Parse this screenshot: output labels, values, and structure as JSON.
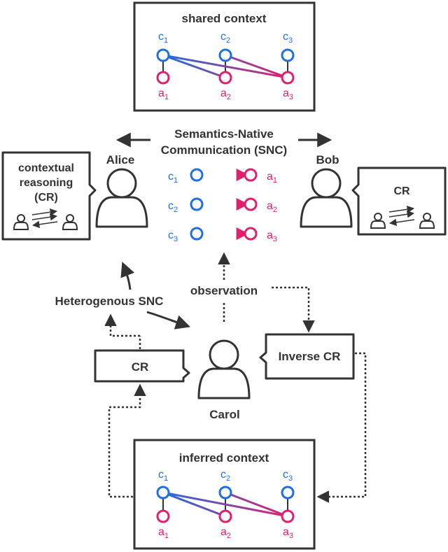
{
  "colors": {
    "context": "#1f6fe0",
    "action": "#e0206e",
    "ink": "#333333"
  },
  "labels": {
    "shared_context": "shared context",
    "inferred_context": "inferred context",
    "snc_line1": "Semantics-Native",
    "snc_line2": "Communication (SNC)",
    "alice": "Alice",
    "bob": "Bob",
    "carol": "Carol",
    "contextual_line1": "contextual",
    "contextual_line2": "reasoning",
    "contextual_line3": "(CR)",
    "bob_cr": "CR",
    "carol_cr": "CR",
    "inverse_cr": "Inverse CR",
    "observation": "observation",
    "heterogenous": "Heterogenous SNC"
  },
  "symbols": {
    "c": "c",
    "a": "a",
    "s1": "1",
    "s2": "2",
    "s3": "3"
  },
  "icons": [
    "person-icon",
    "arrow-icon",
    "speech-bubble-icon"
  ]
}
